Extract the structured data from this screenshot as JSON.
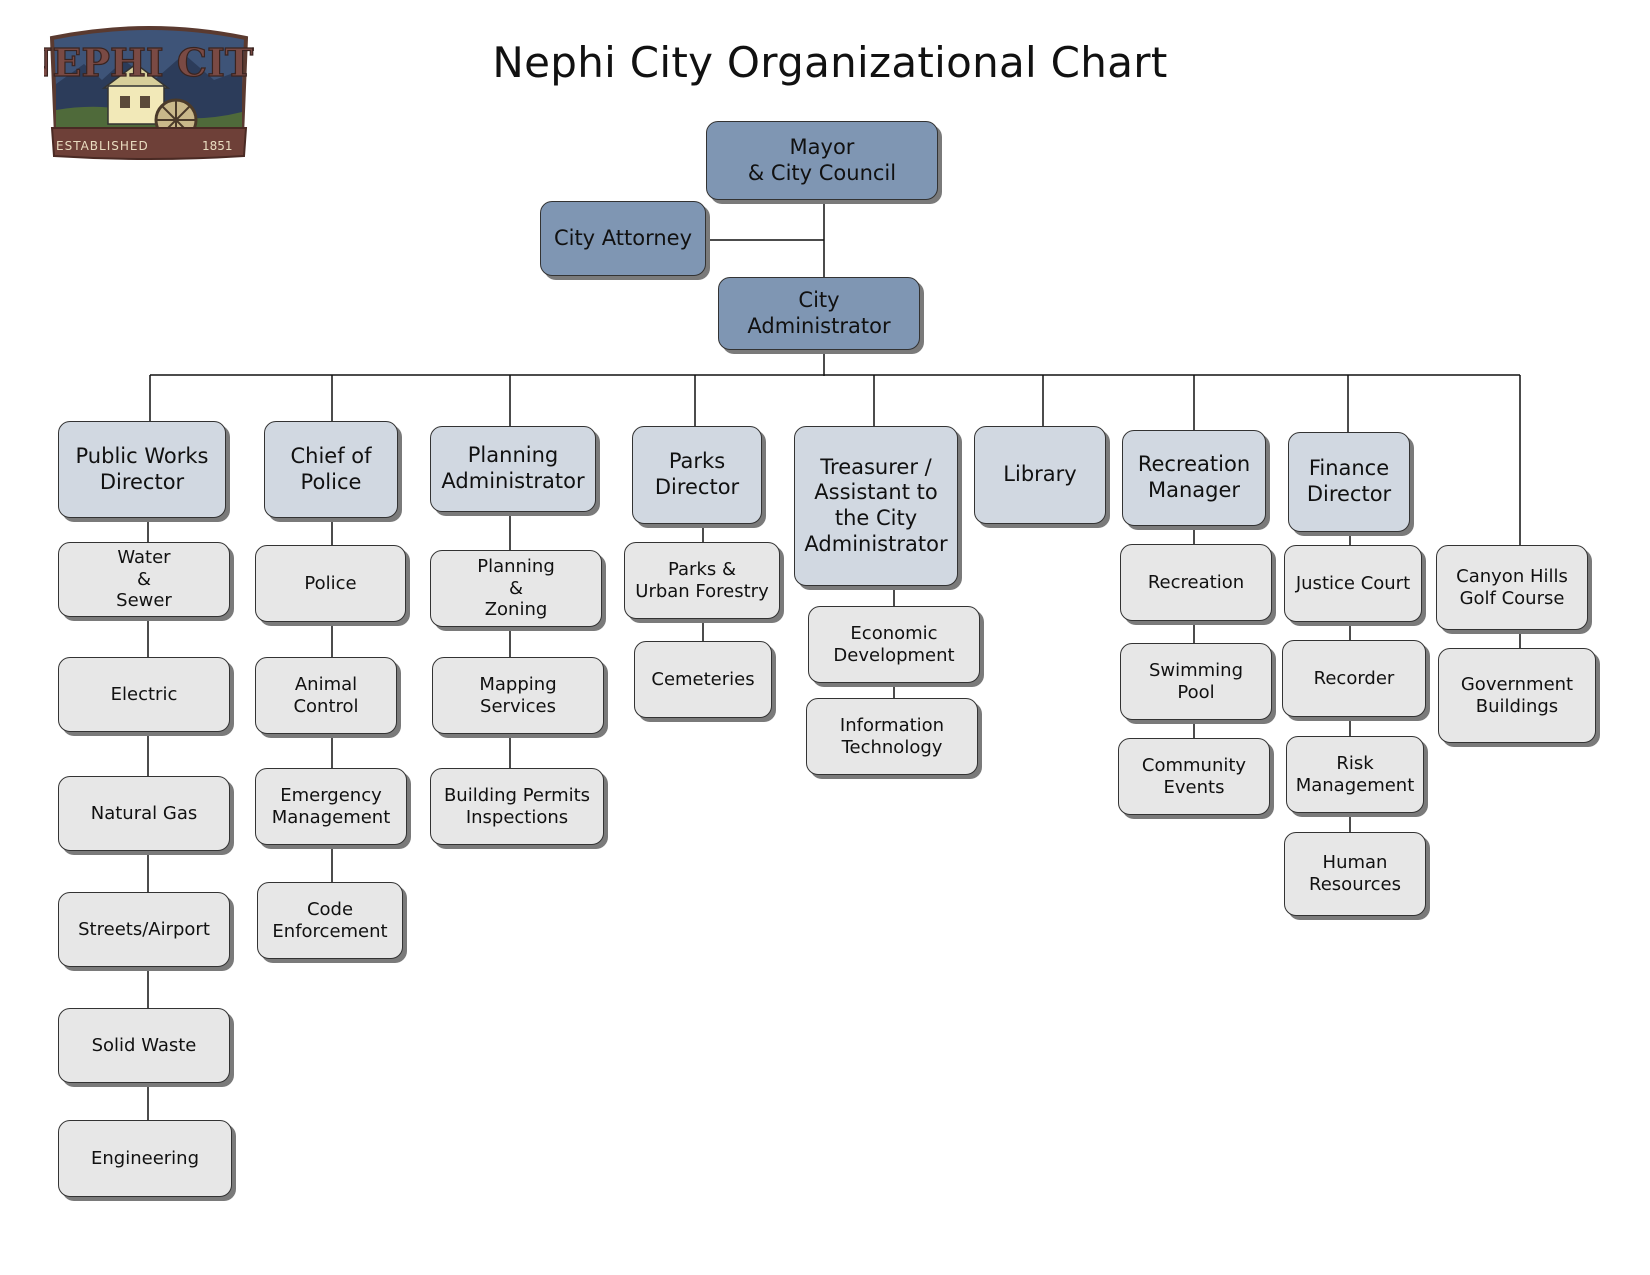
{
  "title": "Nephi City Organizational Chart",
  "logo": {
    "name": "NEPHI CITY",
    "established": "ESTABLISHED",
    "year": "1851"
  },
  "executive": {
    "mayor": "Mayor\n& City Council",
    "attorney": "City Attorney",
    "administrator": "City\nAdministrator"
  },
  "departments": [
    {
      "head": "Public Works\nDirector",
      "units": [
        "Water\n&\nSewer",
        "Electric",
        "Natural Gas",
        "Streets/Airport",
        "Solid Waste",
        "Engineering"
      ]
    },
    {
      "head": "Chief of\nPolice",
      "units": [
        "Police",
        "Animal\nControl",
        "Emergency\nManagement",
        "Code\nEnforcement"
      ]
    },
    {
      "head": "Planning\nAdministrator",
      "units": [
        "Planning\n&\nZoning",
        "Mapping\nServices",
        "Building Permits\nInspections"
      ]
    },
    {
      "head": "Parks\nDirector",
      "units": [
        "Parks &\nUrban Forestry",
        "Cemeteries"
      ]
    },
    {
      "head": "Treasurer /\nAssistant to\nthe City\nAdministrator",
      "units": [
        "Economic\nDevelopment",
        "Information\nTechnology"
      ]
    },
    {
      "head": "Library",
      "units": []
    },
    {
      "head": "Recreation\nManager",
      "units": [
        "Recreation",
        "Swimming\nPool",
        "Community\nEvents"
      ]
    },
    {
      "head": "Finance\nDirector",
      "units": [
        "Justice Court",
        "Recorder",
        "Risk\nManagement",
        "Human\nResources"
      ]
    },
    {
      "head": "",
      "units": [
        "Canyon Hills\nGolf Course",
        "Government\nBuildings"
      ]
    }
  ]
}
